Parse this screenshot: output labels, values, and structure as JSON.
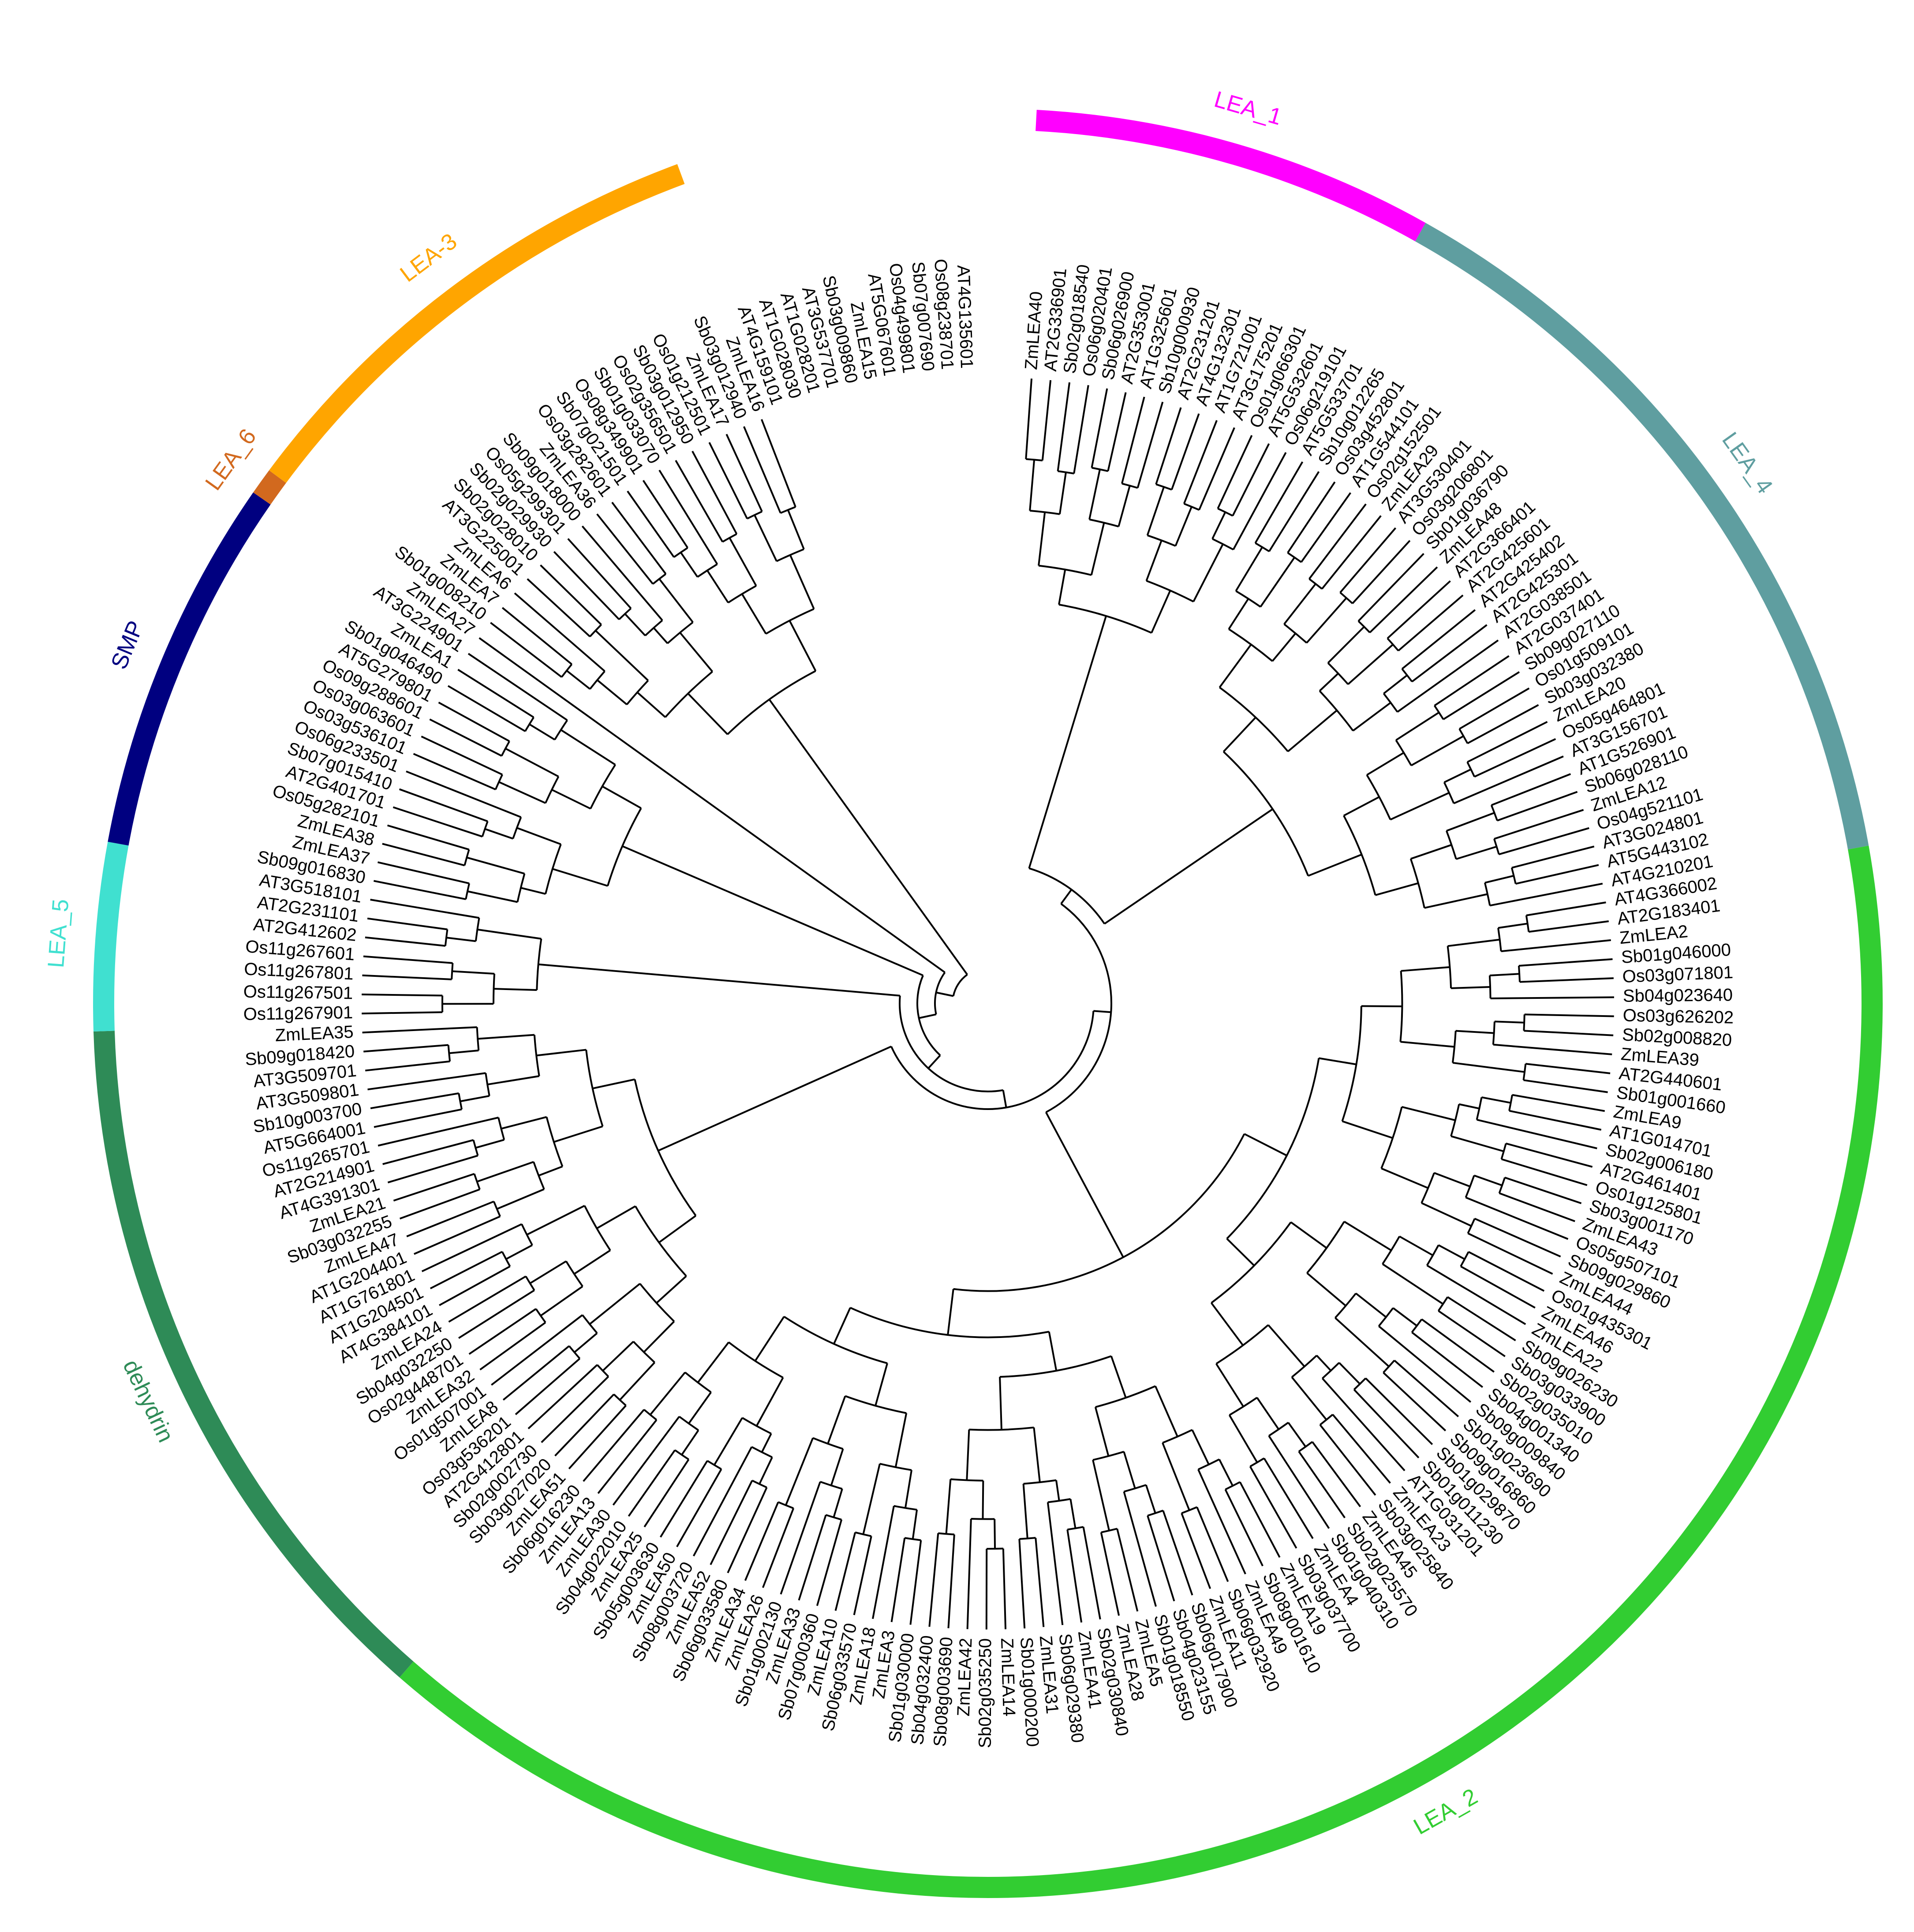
{
  "center": null,
  "groups": [
    {
      "name": "LEA_1",
      "color": "#FF00FF",
      "start": 0,
      "end": 14
    },
    {
      "name": "LEA_4",
      "color": "#5F9EA0",
      "start": 15,
      "end": 43
    },
    {
      "name": "LEA_2",
      "color": "#32CD32",
      "start": 44,
      "end": 124
    },
    {
      "name": "dehydrin",
      "color": "#2E8B57",
      "start": 125,
      "end": 151
    },
    {
      "name": "LEA_5",
      "color": "#40E0D0",
      "start": 152,
      "end": 158
    },
    {
      "name": "SMP",
      "color": "#000080",
      "start": 159,
      "end": 172
    },
    {
      "name": "LEA_6",
      "color": "#D2691E",
      "start": 173,
      "end": 173
    },
    {
      "name": "LEA-3",
      "color": "#FFA500",
      "start": 174,
      "end": 192
    }
  ],
  "leaves": [
    "ZmLEA40",
    "AT2G336901",
    "Sb02g018540",
    "Os06g020401",
    "Sb06g026900",
    "AT2G353001",
    "AT1G325601",
    "Sb10g000930",
    "AT2G231201",
    "AT4G132301",
    "AT1G721001",
    "AT3G175201",
    "Os01g066301",
    "AT5G532601",
    "Os06g219101",
    "AT5G533701",
    "Sb10g012265",
    "Os03g452801",
    "AT1G544101",
    "Os02g152501",
    "ZmLEA29",
    "AT3G530401",
    "Os03g206801",
    "Sb01g036790",
    "ZmLEA48",
    "AT2G366401",
    "AT2G425601",
    "AT2G425402",
    "AT2G425301",
    "AT2G038501",
    "AT2G037401",
    "Sb09g027110",
    "Os01g509101",
    "Sb03g032380",
    "ZmLEA20",
    "Os05g464801",
    "AT3G156701",
    "AT1G526901",
    "Sb06g028110",
    "ZmLEA12",
    "Os04g521101",
    "AT3G024801",
    "AT5G443102",
    "AT4G210201",
    "AT4G366002",
    "AT2G183401",
    "ZmLEA2",
    "Sb01g046000",
    "Os03g071801",
    "Sb04g023640",
    "Os03g626202",
    "Sb02g008820",
    "ZmLEA39",
    "AT2G440601",
    "Sb01g001660",
    "ZmLEA9",
    "AT1G014701",
    "Sb02g006180",
    "AT2G461401",
    "Os01g125801",
    "Sb03g001170",
    "ZmLEA43",
    "Os05g507101",
    "Sb09g029860",
    "ZmLEA44",
    "Os01g435301",
    "ZmLEA46",
    "ZmLEA22",
    "Sb09g026230",
    "Sb03g033900",
    "Sb02g035010",
    "Sb04g001340",
    "Sb09g009840",
    "Sb01g023690",
    "Sb09g016860",
    "Sb01g029870",
    "Sb01g011230",
    "AT1G031201",
    "ZmLEA23",
    "Sb03g025840",
    "ZmLEA45",
    "Sb02g025570",
    "Sb01g040310",
    "ZmLEA4",
    "Sb03g037700",
    "ZmLEA19",
    "Sb08g001610",
    "ZmLEA49",
    "Sb06g032920",
    "ZmLEA11",
    "Sb06g017900",
    "Sb04g023155",
    "Sb01g018550",
    "ZmLEA5",
    "ZmLEA28",
    "Sb02g030840",
    "ZmLEA41",
    "Sb06g029380",
    "ZmLEA31",
    "Sb01g000200",
    "ZmLEA14",
    "Sb02g035250",
    "ZmLEA42",
    "Sb08g003690",
    "Sb04g032400",
    "Sb01g030000",
    "ZmLEA3",
    "ZmLEA18",
    "Sb06g033570",
    "ZmLEA10",
    "Sb07g000360",
    "ZmLEA33",
    "Sb01g002130",
    "ZmLEA26",
    "ZmLEA34",
    "Sb06g033580",
    "ZmLEA52",
    "Sb08g003720",
    "ZmLEA50",
    "Sb05g003630",
    "ZmLEA25",
    "Sb04g022010",
    "ZmLEA30",
    "ZmLEA13",
    "Sb06g016230",
    "ZmLEA51",
    "Sb03g027020",
    "Sb02g002730",
    "AT2G412801",
    "Os03g536201",
    "ZmLEA8",
    "Os01g507001",
    "ZmLEA32",
    "Os02g448701",
    "Sb04g032250",
    "ZmLEA24",
    "AT4G384101",
    "AT1G204501",
    "AT1G761801",
    "AT1G204401",
    "ZmLEA47",
    "Sb03g032255",
    "ZmLEA21",
    "AT4G391301",
    "AT2G214901",
    "Os11g265701",
    "AT5G664001",
    "Sb10g003700",
    "AT3G509801",
    "AT3G509701",
    "Sb09g018420",
    "ZmLEA35",
    "Os11g267901",
    "Os11g267501",
    "Os11g267801",
    "Os11g267601",
    "AT2G412602",
    "AT2G231101",
    "AT3G518101",
    "Sb09g016830",
    "ZmLEA37",
    "ZmLEA38",
    "Os05g282101",
    "AT2G401701",
    "Sb07g015410",
    "Os06g233501",
    "Os03g536101",
    "Os03g063601",
    "Os09g288601",
    "AT5G279801",
    "Sb01g046490",
    "ZmLEA1",
    "AT3G224901",
    "ZmLEA27",
    "Sb01g008210",
    "ZmLEA7",
    "ZmLEA6",
    "AT3G225001",
    "Sb02g028010",
    "Sb02g029930",
    "Os05g299301",
    "Sb09g018000",
    "ZmLEA36",
    "Os03g282601",
    "Sb07g021501",
    "Os08g349901",
    "Sb01g033070",
    "Os02g356501",
    "Sb03g012950",
    "Os01g212501",
    "ZmLEA17",
    "Sb03g012940",
    "ZmLEA16",
    "AT4G159101",
    "AT1G028030",
    "AT1G028201",
    "AT3G537701",
    "Sb03g009860",
    "ZmLEA15",
    "AT5G067601",
    "Os04g499801",
    "Sb07g007690",
    "Os08g238701",
    "AT4G135601"
  ]
}
